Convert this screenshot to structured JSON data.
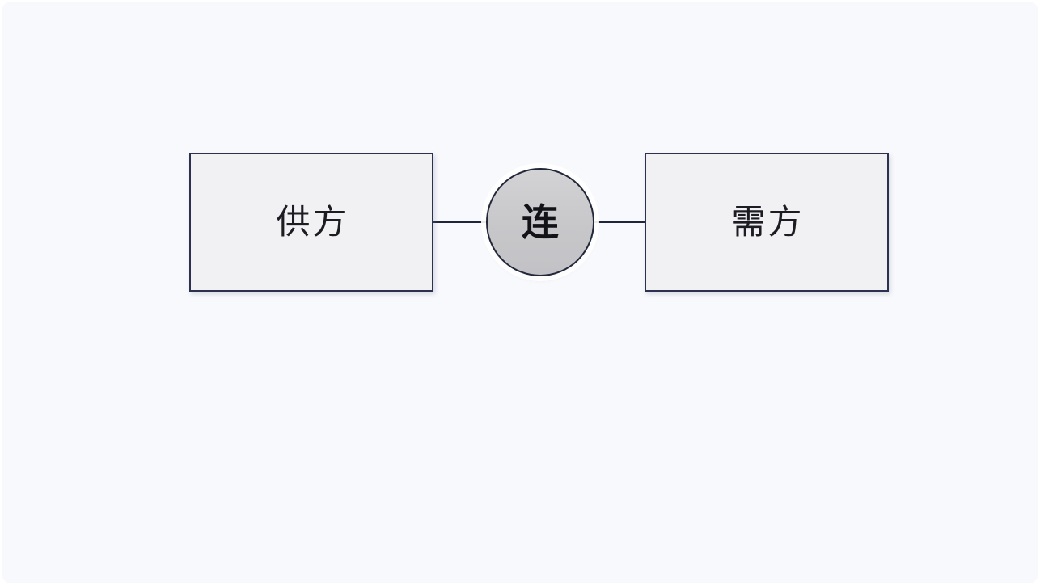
{
  "diagram": {
    "nodes": {
      "supplier": {
        "label": "供方"
      },
      "connector": {
        "label": "连"
      },
      "demander": {
        "label": "需方"
      }
    },
    "edges": [
      {
        "from": "supplier",
        "to": "connector"
      },
      {
        "from": "connector",
        "to": "demander"
      }
    ],
    "colors": {
      "canvas_bg": "#f8f9fc",
      "box_bg": "#f1f1f4",
      "box_border": "#2c3150",
      "circle_bg": "#c8c8cb",
      "circle_border": "#222738",
      "circle_text_color": "#121317",
      "line_color": "#20263a",
      "text_color": "#1c1d22"
    }
  }
}
